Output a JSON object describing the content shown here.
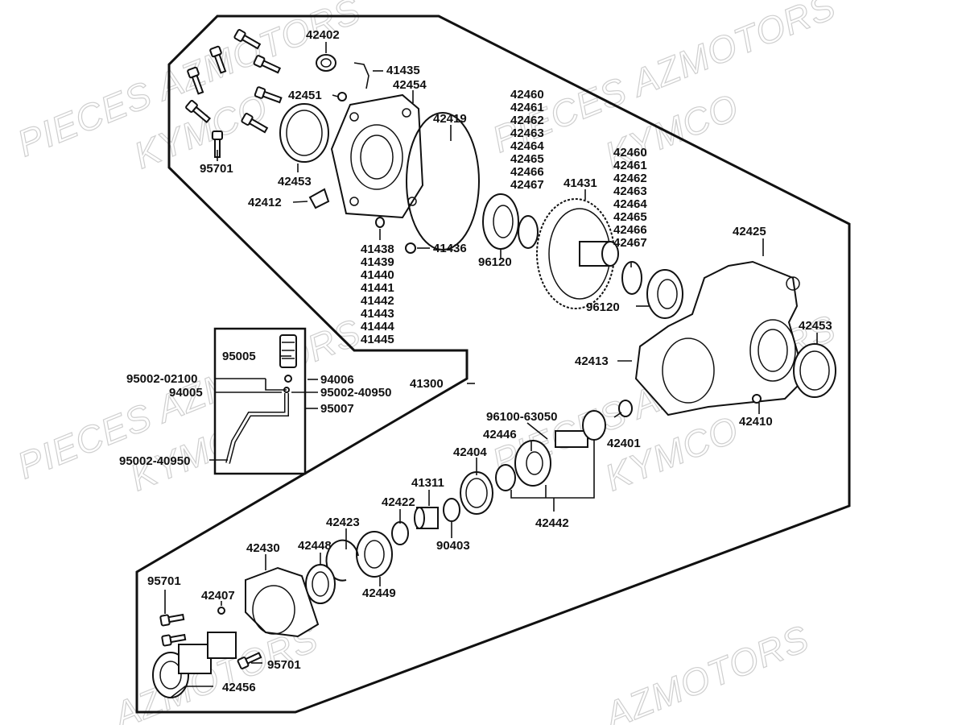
{
  "watermarks": {
    "pieces": "PIECES AZMOTORS",
    "kymco": "KYMCO",
    "azmotors": "AZMOTORS"
  },
  "labels": {
    "p42402": "42402",
    "p41435": "41435",
    "p42454": "42454",
    "p42451": "42451",
    "p42419": "42419",
    "p95701_top": "95701",
    "p42453_top": "42453",
    "p42412": "42412",
    "p41438_group": [
      "41438",
      "41439",
      "41440",
      "41441",
      "41442",
      "41443",
      "41444",
      "41445"
    ],
    "p41436": "41436",
    "p96120_a": "96120",
    "p4246x_a": [
      "42460",
      "42461",
      "42462",
      "42463",
      "42464",
      "42465",
      "42466",
      "42467"
    ],
    "p41431": "41431",
    "p4246x_b": [
      "42460",
      "42461",
      "42462",
      "42463",
      "42464",
      "42465",
      "42466",
      "42467"
    ],
    "p96120_b": "96120",
    "p42425": "42425",
    "p42453_right": "42453",
    "p42413": "42413",
    "p42410": "42410",
    "p41300": "41300",
    "p95005": "95005",
    "p95002_02100": "95002-02100",
    "p94006": "94006",
    "p94005": "94005",
    "p95002_40950_a": "95002-40950",
    "p95007": "95007",
    "p95002_40950_b": "95002-40950",
    "p96100_63050": "96100-63050",
    "p42446": "42446",
    "p42401": "42401",
    "p42404": "42404",
    "p41311": "41311",
    "p42422": "42422",
    "p42442": "42442",
    "p90403": "90403",
    "p42423": "42423",
    "p42448": "42448",
    "p42430": "42430",
    "p42449": "42449",
    "p95701_left": "95701",
    "p42407": "42407",
    "p95701_bottom": "95701",
    "p42456": "42456"
  }
}
